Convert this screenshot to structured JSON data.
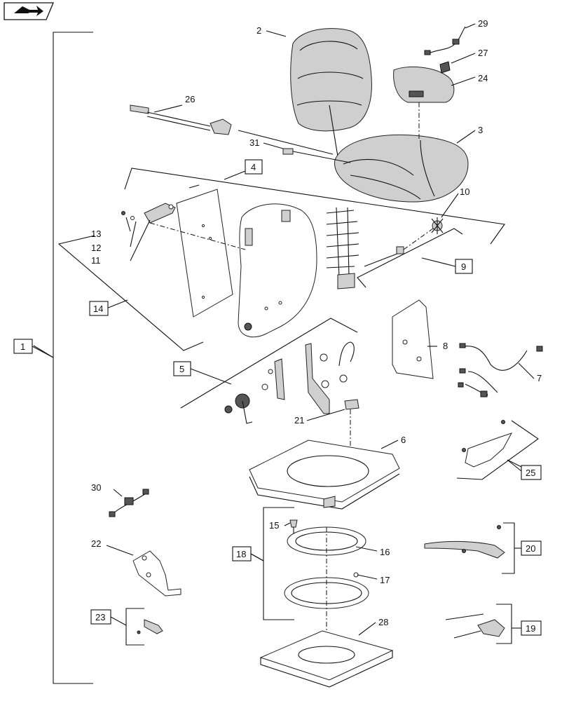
{
  "nav": {
    "icon": "back-arrow-icon"
  },
  "callouts": {
    "c1": "1",
    "c2": "2",
    "c3": "3",
    "c4": "4",
    "c5": "5",
    "c6": "6",
    "c7": "7",
    "c8": "8",
    "c9": "9",
    "c10": "10",
    "c11": "11",
    "c12": "12",
    "c13": "13",
    "c14": "14",
    "c15": "15",
    "c16": "16",
    "c17": "17",
    "c18": "18",
    "c19": "19",
    "c20": "20",
    "c21": "21",
    "c22": "22",
    "c23": "23",
    "c24": "24",
    "c25": "25",
    "c26": "26",
    "c27": "27",
    "c28": "28",
    "c29": "29",
    "c30": "30",
    "c31": "31"
  }
}
